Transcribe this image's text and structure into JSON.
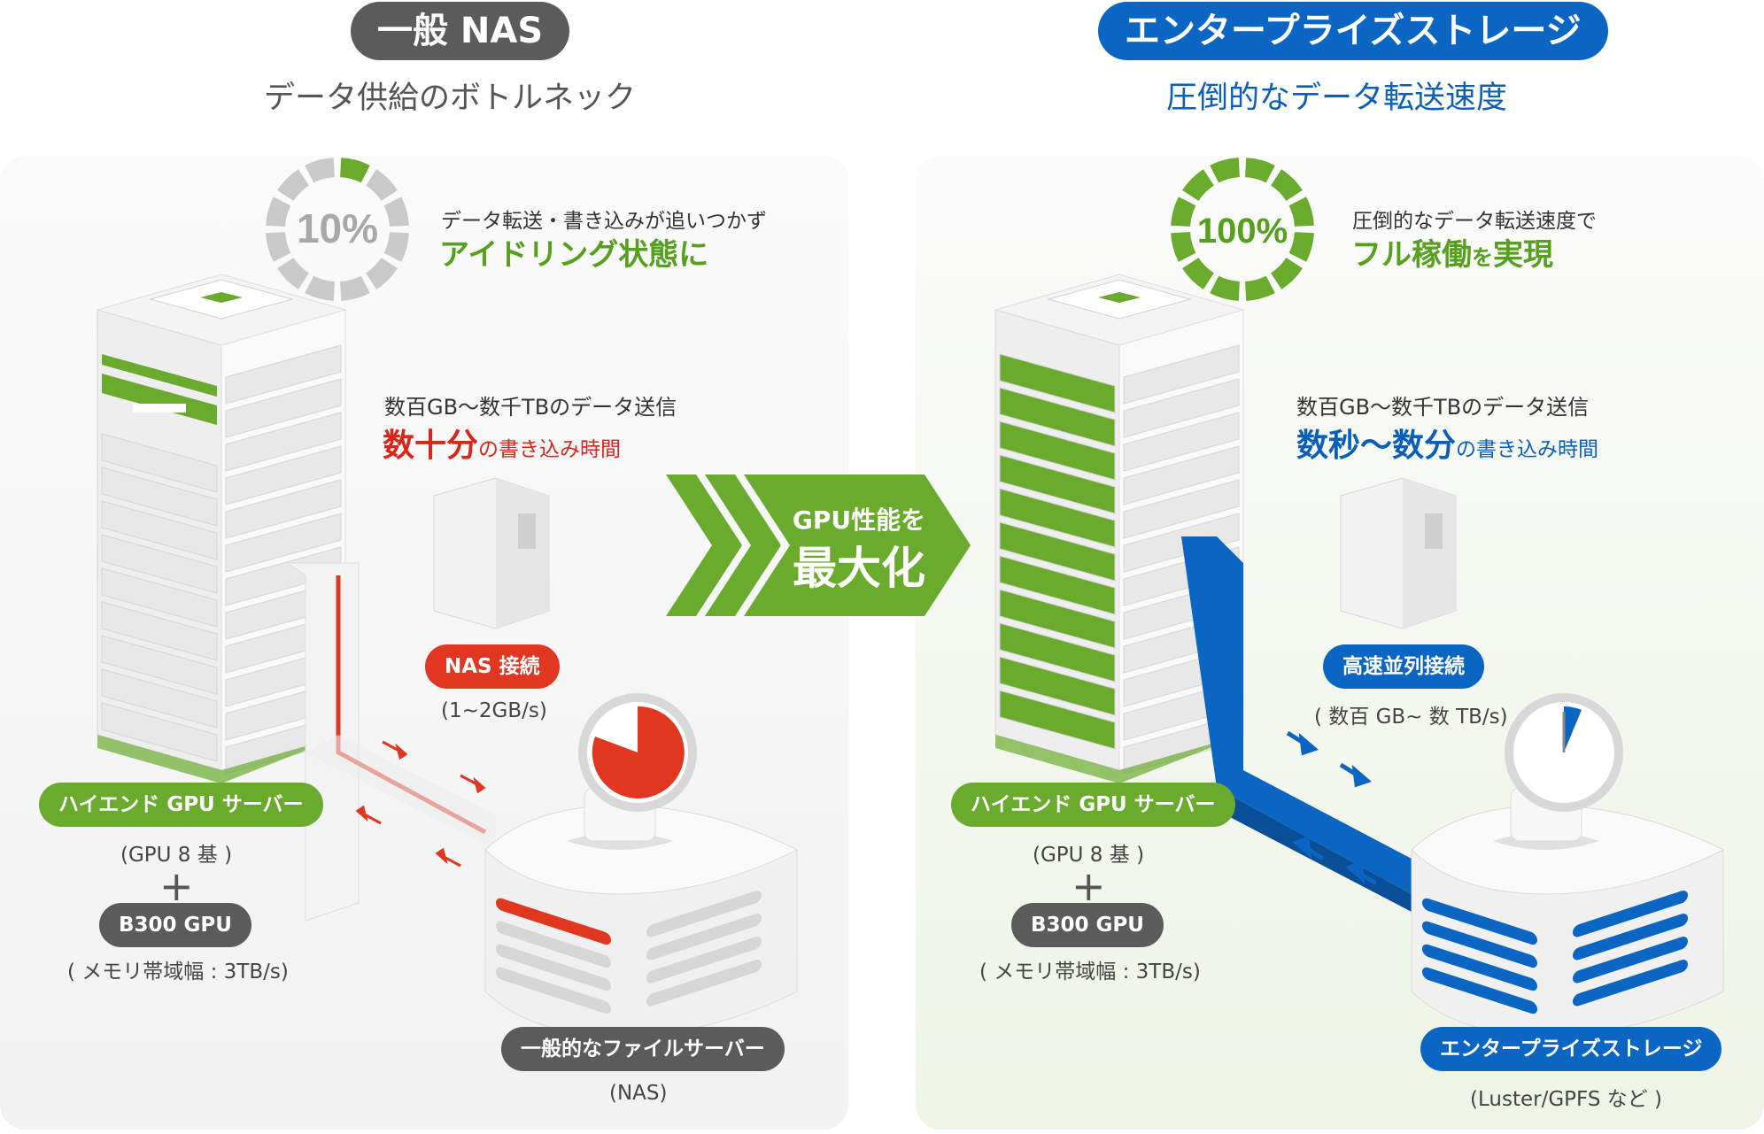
{
  "left": {
    "title": "一般 NAS",
    "subtitle": "データ供給のボトルネック",
    "gauge_percent": "10%",
    "gauge_fill": 0.1,
    "gauge_note_line1": "データ転送・書き込みが追いつかず",
    "gauge_note_line2": "アイドリング状態に",
    "transfer_line1": "数百GB〜数千TBのデータ送信",
    "transfer_highlight": "数十分",
    "transfer_suffix": "の書き込み時間",
    "connection_label": "NAS 接続",
    "connection_speed": "(1~2GB/s)",
    "server_label": "ハイエンド GPU サーバー",
    "server_note": "(GPU 8 基 )",
    "plus": "+",
    "gpu_label": "B300 GPU",
    "gpu_note": "( メモリ帯域幅 : 3TB/s)",
    "storage_label": "一般的なファイルサーバー",
    "storage_note": "(NAS)"
  },
  "right": {
    "title": "エンタープライズストレージ",
    "subtitle": "圧倒的なデータ転送速度",
    "gauge_percent": "100%",
    "gauge_fill": 1.0,
    "gauge_note_line1": "圧倒的なデータ転送速度で",
    "gauge_note_line2a": "フル稼働",
    "gauge_note_line2b": "を",
    "gauge_note_line2c": "実現",
    "transfer_line1": "数百GB〜数千TBのデータ送信",
    "transfer_highlight": "数秒〜数分",
    "transfer_suffix": "の書き込み時間",
    "connection_label": "高速並列接続",
    "connection_speed": "( 数百 GB~ 数 TB/s)",
    "server_label": "ハイエンド GPU サーバー",
    "server_note": "(GPU 8 基 )",
    "plus": "+",
    "gpu_label": "B300 GPU",
    "gpu_note": "( メモリ帯域幅 : 3TB/s)",
    "storage_label": "エンタープライズストレージ",
    "storage_note": "(Luster/GPFS など )"
  },
  "center": {
    "line1": "GPU性能を",
    "line2": "最大化"
  },
  "colors": {
    "green": "#6aab2e",
    "gray": "#5b5b5b",
    "blue": "#0b66c3",
    "red": "#e13620"
  }
}
